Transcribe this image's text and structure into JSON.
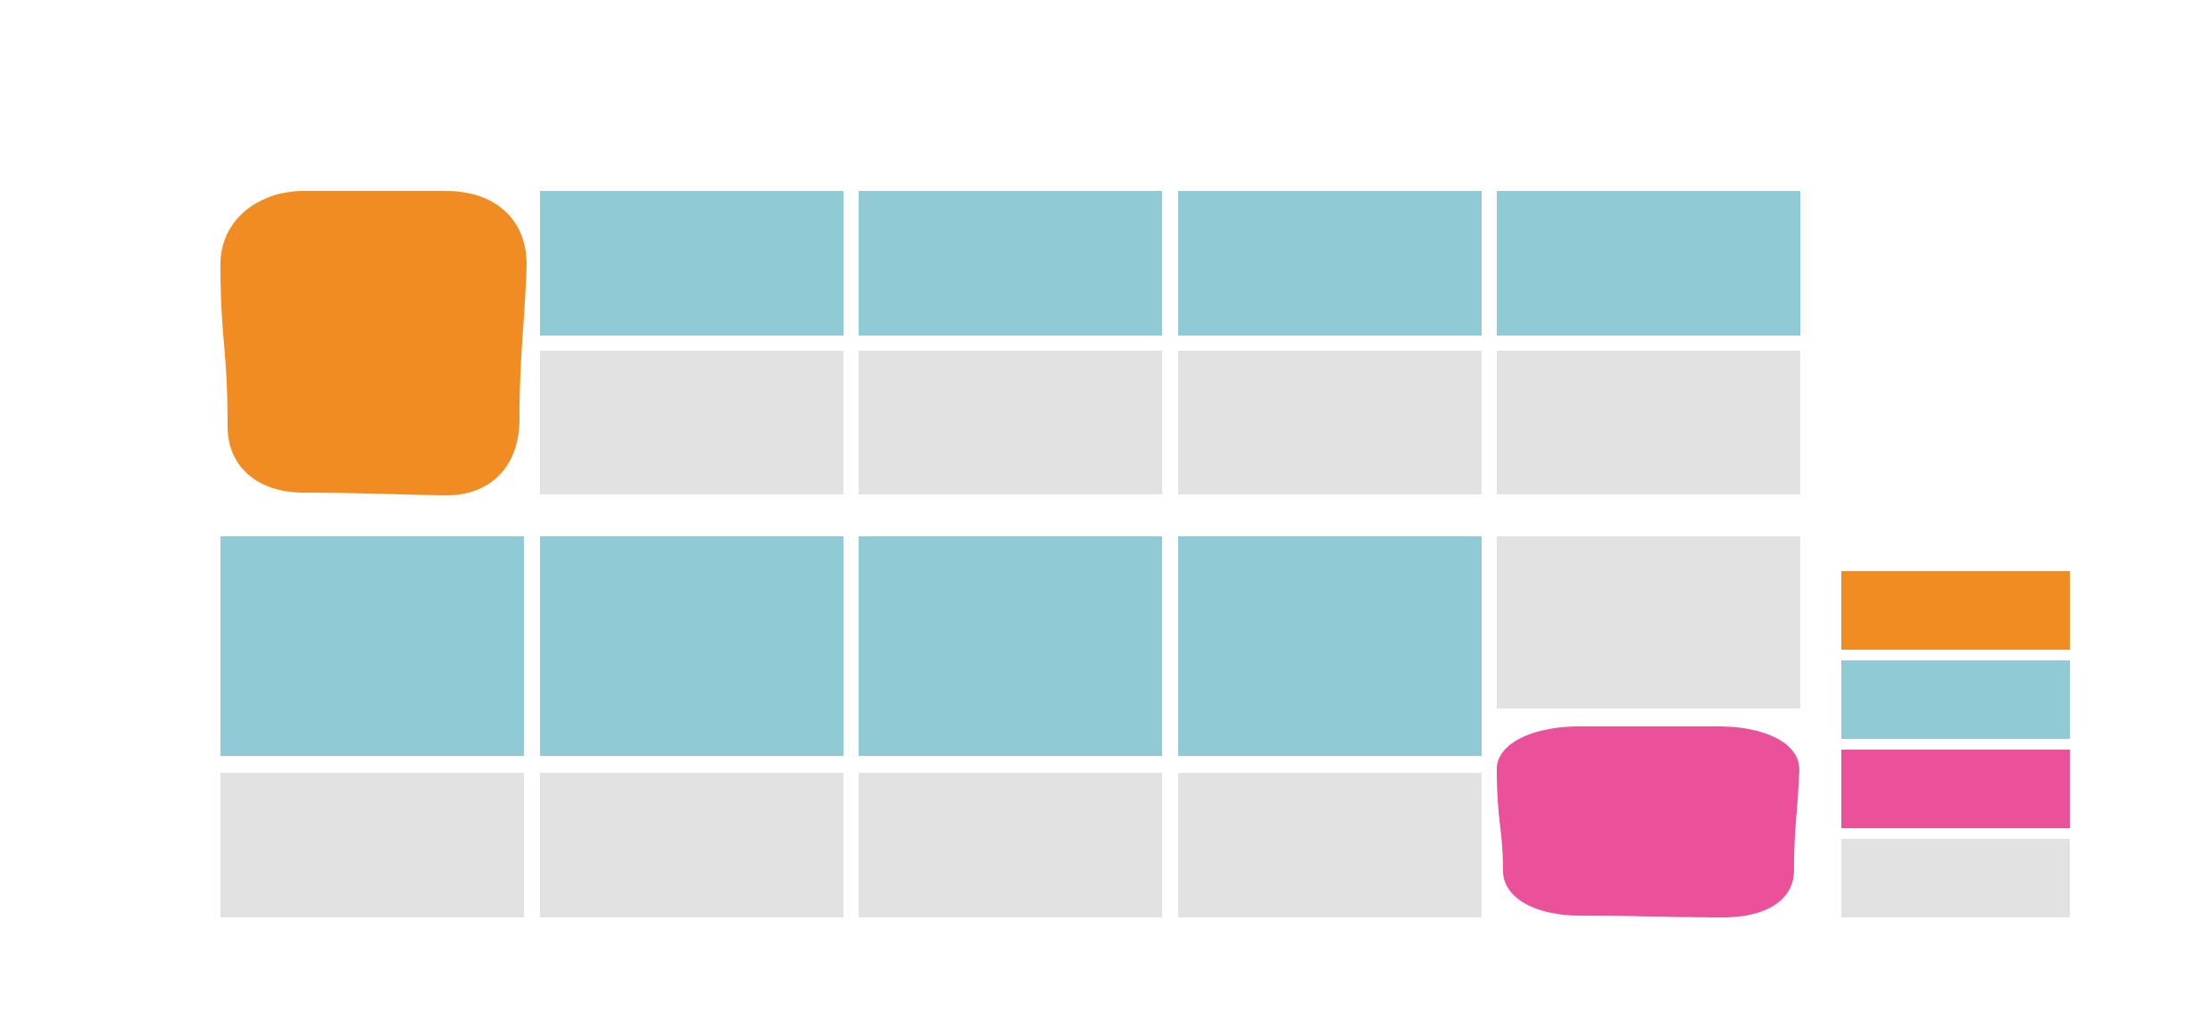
{
  "colors": {
    "background": "#ffffff",
    "orange": "#f18c22",
    "blue": "#90cad5",
    "pink": "#eb519b",
    "gray": "#e2e2e2"
  },
  "upper_grid": {
    "header_row": [
      "orange-blob",
      "blue",
      "blue",
      "blue",
      "blue"
    ],
    "body_row": [
      "orange-blob",
      "gray",
      "gray",
      "gray",
      "gray"
    ]
  },
  "lower_grid": {
    "header_row": [
      "blue",
      "blue",
      "blue",
      "blue",
      "gray"
    ],
    "body_row": [
      "gray",
      "gray",
      "gray",
      "gray",
      "pink-blob"
    ]
  },
  "legend": [
    "orange",
    "blue",
    "pink",
    "gray"
  ]
}
